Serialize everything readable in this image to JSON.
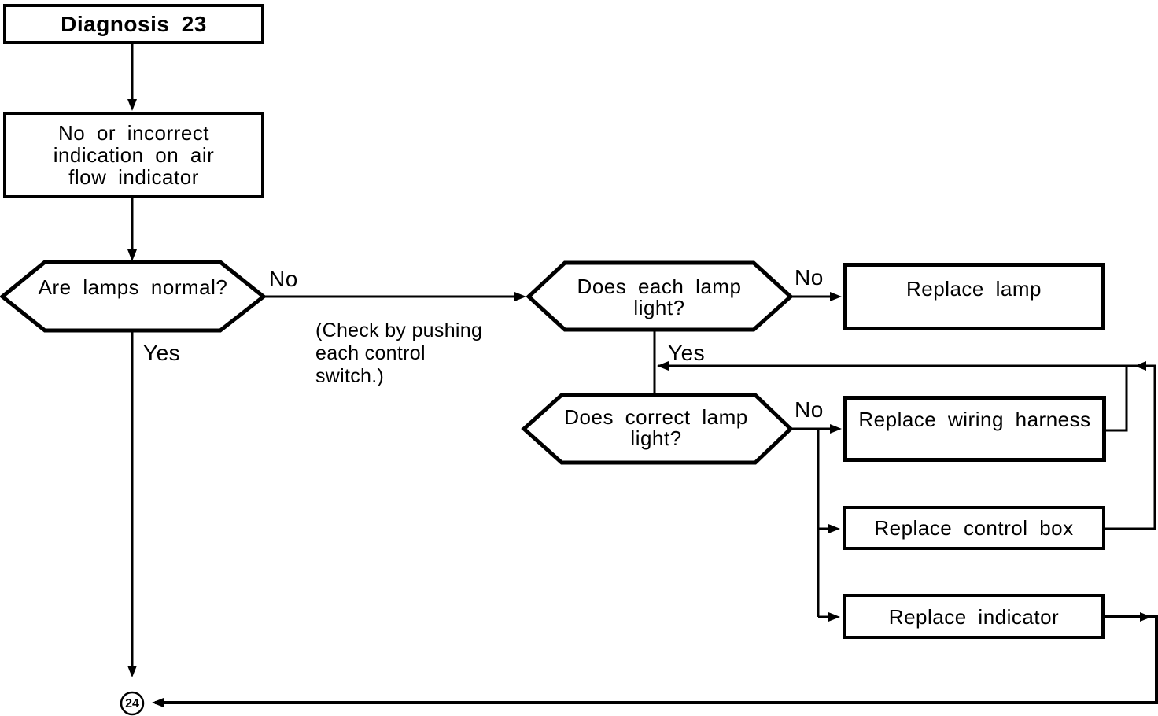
{
  "diagram": {
    "title": "Diagnosis 23",
    "problem": {
      "lines": [
        "No or incorrect",
        "indication on air",
        "flow indicator"
      ]
    },
    "decisions": {
      "are_lamps_normal": {
        "label": "Are lamps normal?",
        "no_label": "No",
        "yes_label": "Yes"
      },
      "does_each_lamp_light": {
        "lines": [
          "Does each lamp",
          "light?"
        ],
        "no_label": "No",
        "yes_label": "Yes"
      },
      "does_correct_lamp_light": {
        "lines": [
          "Does correct lamp",
          "light?"
        ],
        "no_label": "No"
      }
    },
    "actions": {
      "replace_lamp": "Replace lamp",
      "replace_wiring_harness": "Replace wiring harness",
      "replace_control_box": "Replace control box",
      "replace_indicator": "Replace indicator"
    },
    "note": {
      "lines": [
        "(Check by pushing",
        "each control",
        "switch.)"
      ]
    },
    "connector": "24",
    "colors": {
      "ink": "#000000",
      "background": "#ffffff"
    }
  }
}
